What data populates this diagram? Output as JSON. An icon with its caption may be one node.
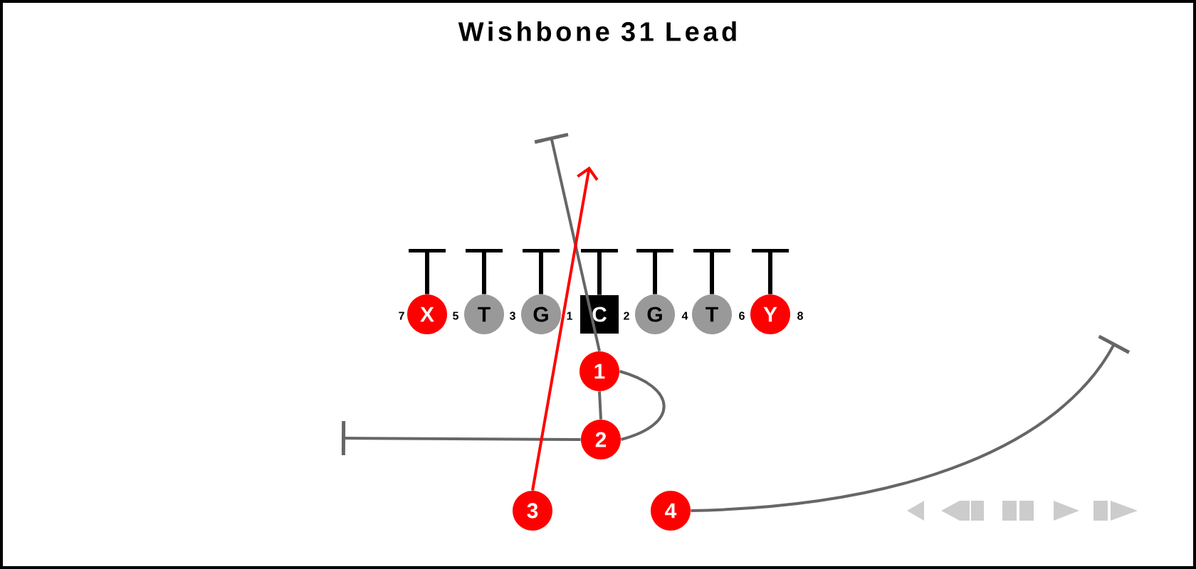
{
  "diagram": {
    "title": "Wishbone 31 Lead",
    "nodes": [
      {
        "text": [
          "X"
        ]
      },
      {
        "text": [
          "T"
        ]
      },
      {
        "text": [
          "G"
        ]
      },
      {
        "text": [
          "C"
        ]
      },
      {
        "text": [
          "G"
        ]
      },
      {
        "text": [
          "T"
        ]
      },
      {
        "text": [
          "Y"
        ]
      },
      {
        "text": [
          "1"
        ]
      },
      {
        "text": [
          "2"
        ]
      },
      {
        "text": [
          "3"
        ]
      },
      {
        "text": [
          "4"
        ]
      }
    ],
    "edges": [
      {
        "from": 0,
        "to": null,
        "arrow": "other"
      },
      {
        "from": 1,
        "to": null,
        "arrow": "other"
      },
      {
        "from": 2,
        "to": null,
        "arrow": "other"
      },
      {
        "from": 3,
        "to": null,
        "arrow": "other"
      },
      {
        "from": 4,
        "to": null,
        "arrow": "other"
      },
      {
        "from": 5,
        "to": null,
        "arrow": "other"
      },
      {
        "from": 6,
        "to": null,
        "arrow": "other"
      },
      {
        "from": 8,
        "to": null,
        "arrow": "other",
        "color": "#666666"
      },
      {
        "from": 7,
        "to": null,
        "arrow": "other",
        "color": "#666666"
      },
      {
        "from": 9,
        "to": null,
        "arrow": "to",
        "color": "#ff0000"
      },
      {
        "from": 10,
        "to": null,
        "arrow": "other",
        "color": "#666666"
      }
    ],
    "labels": [
      "7",
      "5",
      "3",
      "1",
      "2",
      "4",
      "6",
      "8"
    ]
  }
}
